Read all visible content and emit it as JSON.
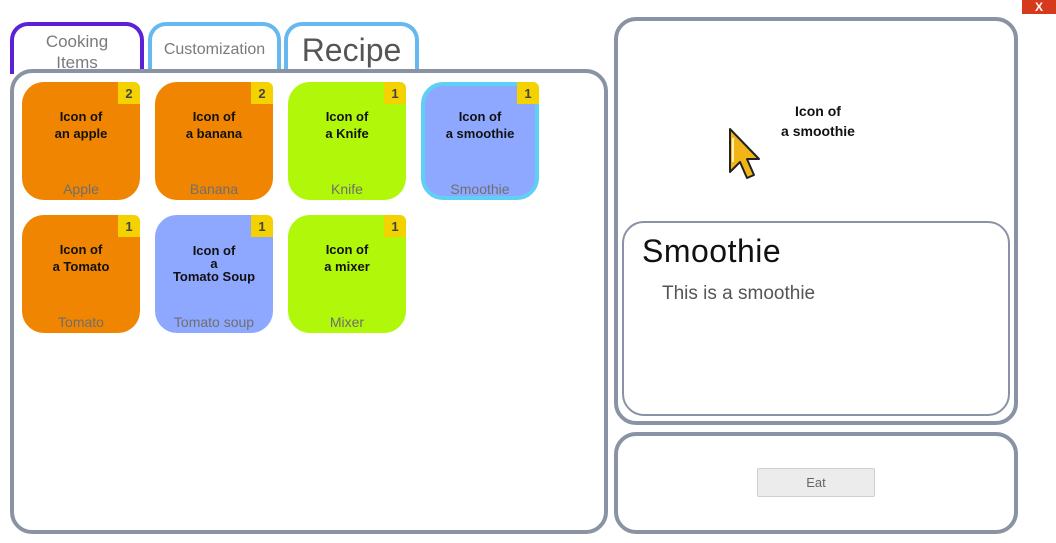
{
  "tabs": [
    {
      "label": "Cooking\nItems",
      "active": true
    },
    {
      "label": "Customization"
    },
    {
      "label": "Recipe"
    }
  ],
  "items": [
    {
      "icon_text": "Icon of\nan apple",
      "name": "Apple",
      "count": "2",
      "color": "orange"
    },
    {
      "icon_text": "Icon of\na banana",
      "name": "Banana",
      "count": "2",
      "color": "orange"
    },
    {
      "icon_text": "Icon of\na Knife",
      "name": "Knife",
      "count": "1",
      "color": "green"
    },
    {
      "icon_text": "Icon of\na smoothie",
      "name": "Smoothie",
      "count": "1",
      "color": "blue",
      "selected": true
    },
    {
      "icon_text": "Icon of\na  Tomato",
      "name": "Tomato",
      "count": "1",
      "color": "orange"
    },
    {
      "icon_text": "Icon of\na\nTomato Soup",
      "name": "Tomato soup",
      "count": "1",
      "color": "blue"
    },
    {
      "icon_text": "Icon of\na mixer",
      "name": "Mixer",
      "count": "1",
      "color": "green"
    }
  ],
  "preview": {
    "icon_text": "Icon of\na smoothie",
    "title": "Smoothie",
    "description": "This is a smoothie"
  },
  "actions": {
    "eat_label": "Eat"
  },
  "window": {
    "close_label": "X"
  },
  "colors": {
    "orange": "#ef8500",
    "green": "#b0f70a",
    "blue": "#8fa8ff",
    "badge": "#f4d200",
    "selected_border": "#5fd0f5",
    "active_tab": "#5b21d6",
    "tab": "#66b8f0"
  }
}
